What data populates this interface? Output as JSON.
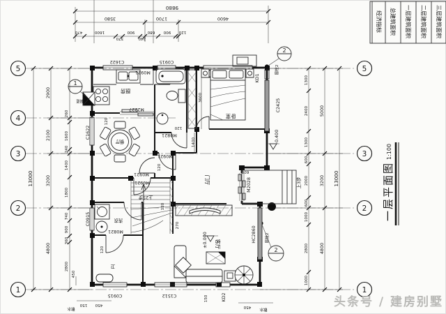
{
  "title": {
    "name": "一层平面图",
    "scale": "1:100"
  },
  "watermark": "头条号 / 建房别墅",
  "info_table": {
    "cols": [
      "经济指标",
      "总建筑面积",
      "一层建筑面积",
      "二层建筑面积",
      "三层建筑面积"
    ]
  },
  "grid": {
    "left": [
      "5",
      "4",
      "3",
      "2",
      "1"
    ],
    "right": [
      "5",
      "3",
      "2",
      "1"
    ]
  },
  "dims": {
    "top": {
      "total": "9880",
      "mid": [
        "3580",
        "1700",
        "4600"
      ],
      "inner": [
        "470",
        "1600",
        "370",
        "900",
        "240",
        "680",
        "900",
        "120"
      ]
    },
    "left": {
      "total": "13000",
      "mid": [
        "2900",
        "2100",
        "3200",
        "4800"
      ],
      "inner": [
        "260",
        "1600",
        "240",
        "1400",
        "1800",
        "740",
        "900",
        "360",
        "2800"
      ],
      "step": "450"
    },
    "right": {
      "total": "13000",
      "mid": [
        "5000",
        "3200",
        "4800"
      ],
      "inner": [
        "1300",
        "2400",
        "1300",
        "600",
        "2000",
        "600",
        "1000",
        "2800",
        "1000"
      ]
    },
    "bottom": {
      "d150": "150",
      "d450": "450",
      "apron": "散水"
    },
    "inner": {
      "d3600": "3600",
      "d1400": "1400",
      "d120": "120",
      "d270": "270",
      "d600": "600"
    }
  },
  "openings": {
    "C1622": "C1622",
    "C0915": "C0915",
    "M0921": "M0921",
    "M2227": "M2227",
    "M0821": "M0821",
    "C2425": "C2425",
    "HC2860": "HC2860",
    "C1512": "C1512",
    "KD1": "KD1",
    "KD2": "KD2",
    "M2028": "M2028"
  },
  "rooms": {
    "kitchen": "厨房",
    "dining": "餐厅",
    "bedroom": "卧室",
    "foyer": "门厅",
    "living": "客厅",
    "laundry": "洗衣",
    "wc": "卫"
  },
  "annotations": {
    "stairs_up": "上25步",
    "porch_up": "上3步",
    "level_entry": "-0.400",
    "level_living": "±0.000",
    "flue": "烟道",
    "window_detail": "窗栓2",
    "callout1": "1",
    "callout2": "2"
  }
}
